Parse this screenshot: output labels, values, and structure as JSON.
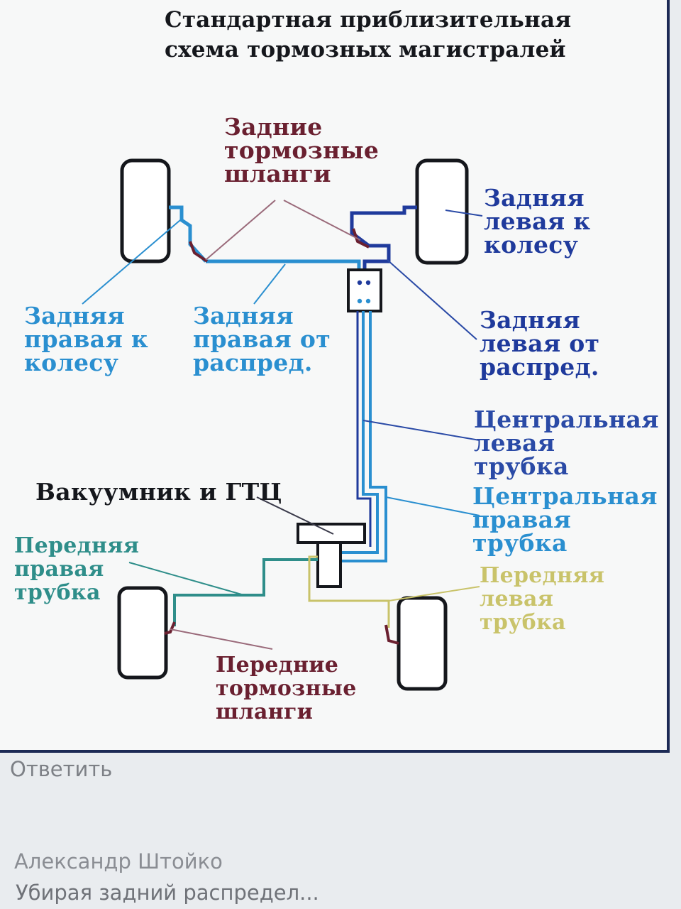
{
  "diagram": {
    "title_line1": "Стандартная приблизительная",
    "title_line2": "схема  тормозных магистралей",
    "labels": {
      "rear_hoses": "Задние\nтормозные\nшланги",
      "rear_left_to_wheel": "Задняя\nлевая к\nколесу",
      "rear_right_to_wheel": "Задняя\nправая к\nколесу",
      "rear_right_from_dist": "Задняя\nправая от\nраспред.",
      "rear_left_from_dist": "Задняя\nлевая от\nраспред.",
      "central_left": "Центральная\nлевая\nтрубка",
      "central_right": "Центральная\nправая\nтрубка",
      "booster_master": "Вакуумник и ГТЦ",
      "front_right": "Передняя\nправая\nтрубка",
      "front_left": "Передняя\nлевая\nтрубка",
      "front_hoses": "Передние\nтормозные\nшланги"
    },
    "colors": {
      "dark_blue": "#1f3a9c",
      "light_blue": "#2a8fd0",
      "maroon": "#6a2030",
      "teal": "#2f8e8a",
      "yellow_olive": "#c9c36a",
      "black": "#15171c"
    }
  },
  "reply_label": "Ответить",
  "comment": {
    "author": "Александр Штойко",
    "text": "Убирая задний распредел..."
  }
}
